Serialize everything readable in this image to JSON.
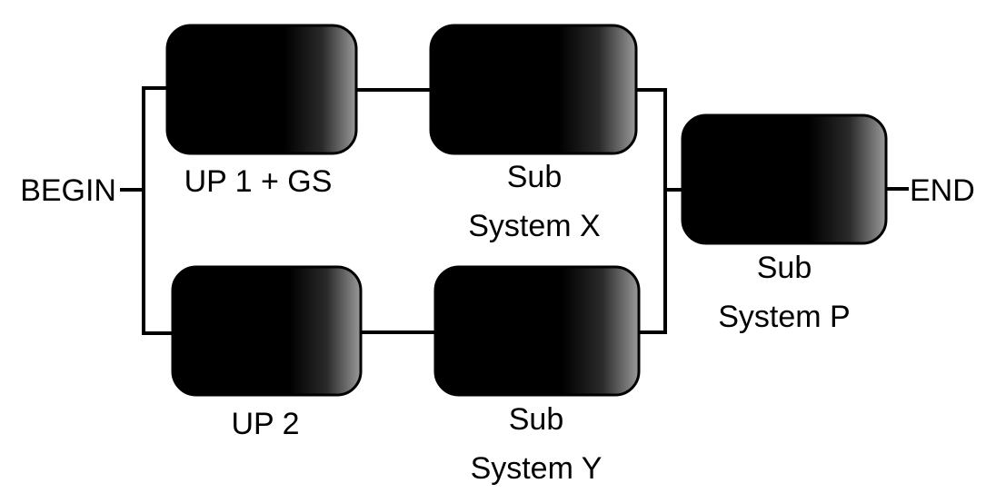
{
  "diagram": {
    "begin_label": "BEGIN",
    "end_label": "END",
    "blocks": {
      "up1": {
        "label": "UP 1 + GS"
      },
      "sub_x": {
        "label_line1": "Sub",
        "label_line2": "System X"
      },
      "up2": {
        "label": "UP 2"
      },
      "sub_y": {
        "label_line1": "Sub",
        "label_line2": "System Y"
      },
      "sub_p": {
        "label_line1": "Sub",
        "label_line2": "System P"
      }
    },
    "colors": {
      "block_fill_dark": "#000000",
      "block_fill_light": "#9a9a9a",
      "line": "#000000",
      "background": "#ffffff"
    }
  }
}
